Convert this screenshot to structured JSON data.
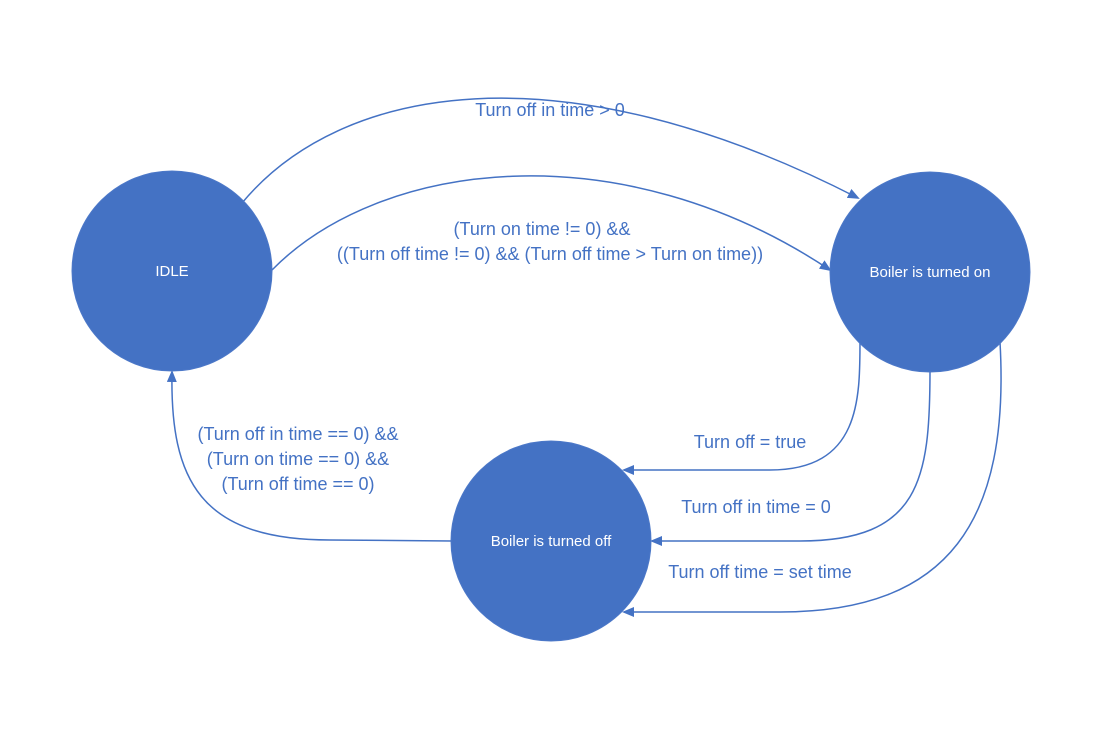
{
  "colors": {
    "node_fill": "#4472c4",
    "node_stroke": "#4c78c8",
    "edge": "#4472c4",
    "label_text": "#4472c4",
    "node_text": "#ffffff"
  },
  "states": {
    "idle": "IDLE",
    "on": "Boiler is turned on",
    "off": "Boiler is turned off"
  },
  "transitions": {
    "idle_to_on_top": "Turn off in time > 0",
    "idle_to_on_middle_line1": "(Turn on time != 0) &&",
    "idle_to_on_middle_line2": "((Turn off time != 0) && (Turn off time > Turn on time))",
    "on_to_off_1": "Turn off = true",
    "on_to_off_2": "Turn off in time = 0",
    "on_to_off_3": "Turn off time = set time",
    "off_to_idle_line1": "(Turn off in time == 0) &&",
    "off_to_idle_line2": "(Turn on time == 0) &&",
    "off_to_idle_line3": "(Turn off time == 0)"
  }
}
